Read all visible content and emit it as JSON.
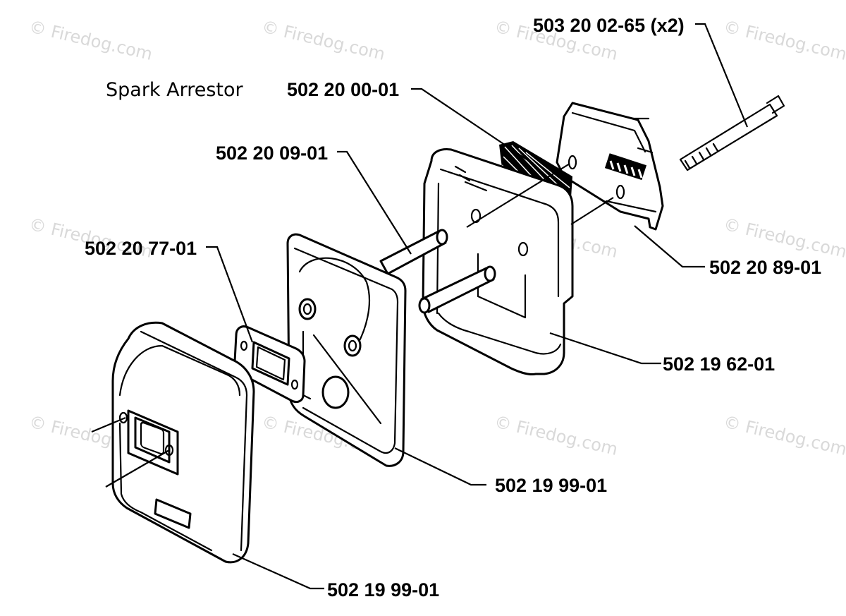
{
  "watermark": {
    "text": "© Firedog.com"
  },
  "diagram": {
    "spark_arrestor_label": "Spark Arrestor",
    "parts": {
      "bolt": "503 20 02-65 (x2)",
      "spark_screen": "502 20 00-01",
      "spacer_tube": "502 20 09-01",
      "gasket": "502 20 77-01",
      "deflector_cover": "502 20 89-01",
      "muffler_rear_body": "502 19 62-01",
      "cooling_plate": "502 19 99-01",
      "muffler_front_body": "502 19 99-01"
    }
  }
}
